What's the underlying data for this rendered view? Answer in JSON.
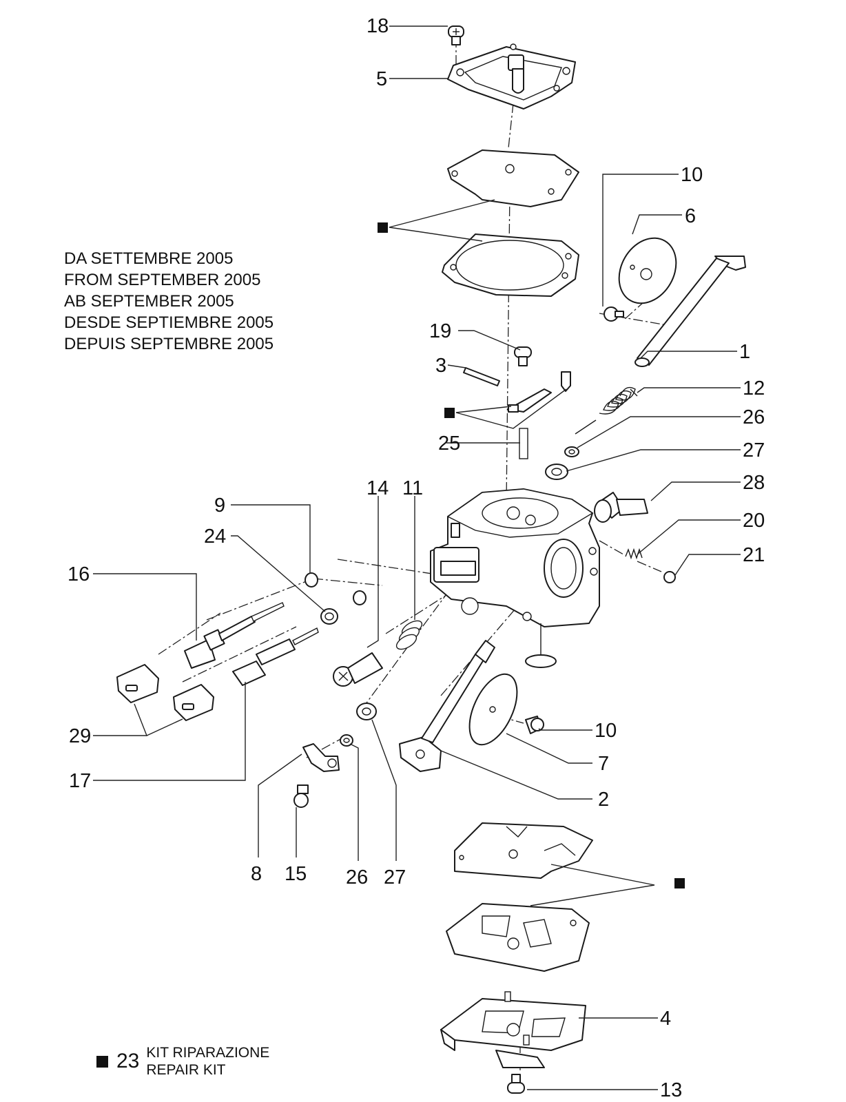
{
  "date_note": {
    "lines": [
      "DA SETTEMBRE 2005",
      "FROM SEPTEMBER 2005",
      "AB SEPTEMBER 2005",
      "DESDE SEPTIEMBRE 2005",
      "DEPUIS SEPTEMBRE 2005"
    ]
  },
  "callouts": {
    "p18": "18",
    "p5": "5",
    "p10a": "10",
    "p6": "6",
    "p1": "1",
    "p19": "19",
    "p3": "3",
    "p12": "12",
    "p26a": "26",
    "p25": "25",
    "p27a": "27",
    "p28": "28",
    "p14": "14",
    "p11": "11",
    "p9": "9",
    "p24": "24",
    "p20": "20",
    "p21": "21",
    "p16": "16",
    "p29": "29",
    "p10b": "10",
    "p7": "7",
    "p17": "17",
    "p2": "2",
    "p8": "8",
    "p15": "15",
    "p26b": "26",
    "p27b": "27",
    "p4": "4",
    "p13": "13"
  },
  "kit_legend": {
    "number": "23",
    "line1": "KIT RIPARAZIONE",
    "line2": "REPAIR KIT"
  }
}
